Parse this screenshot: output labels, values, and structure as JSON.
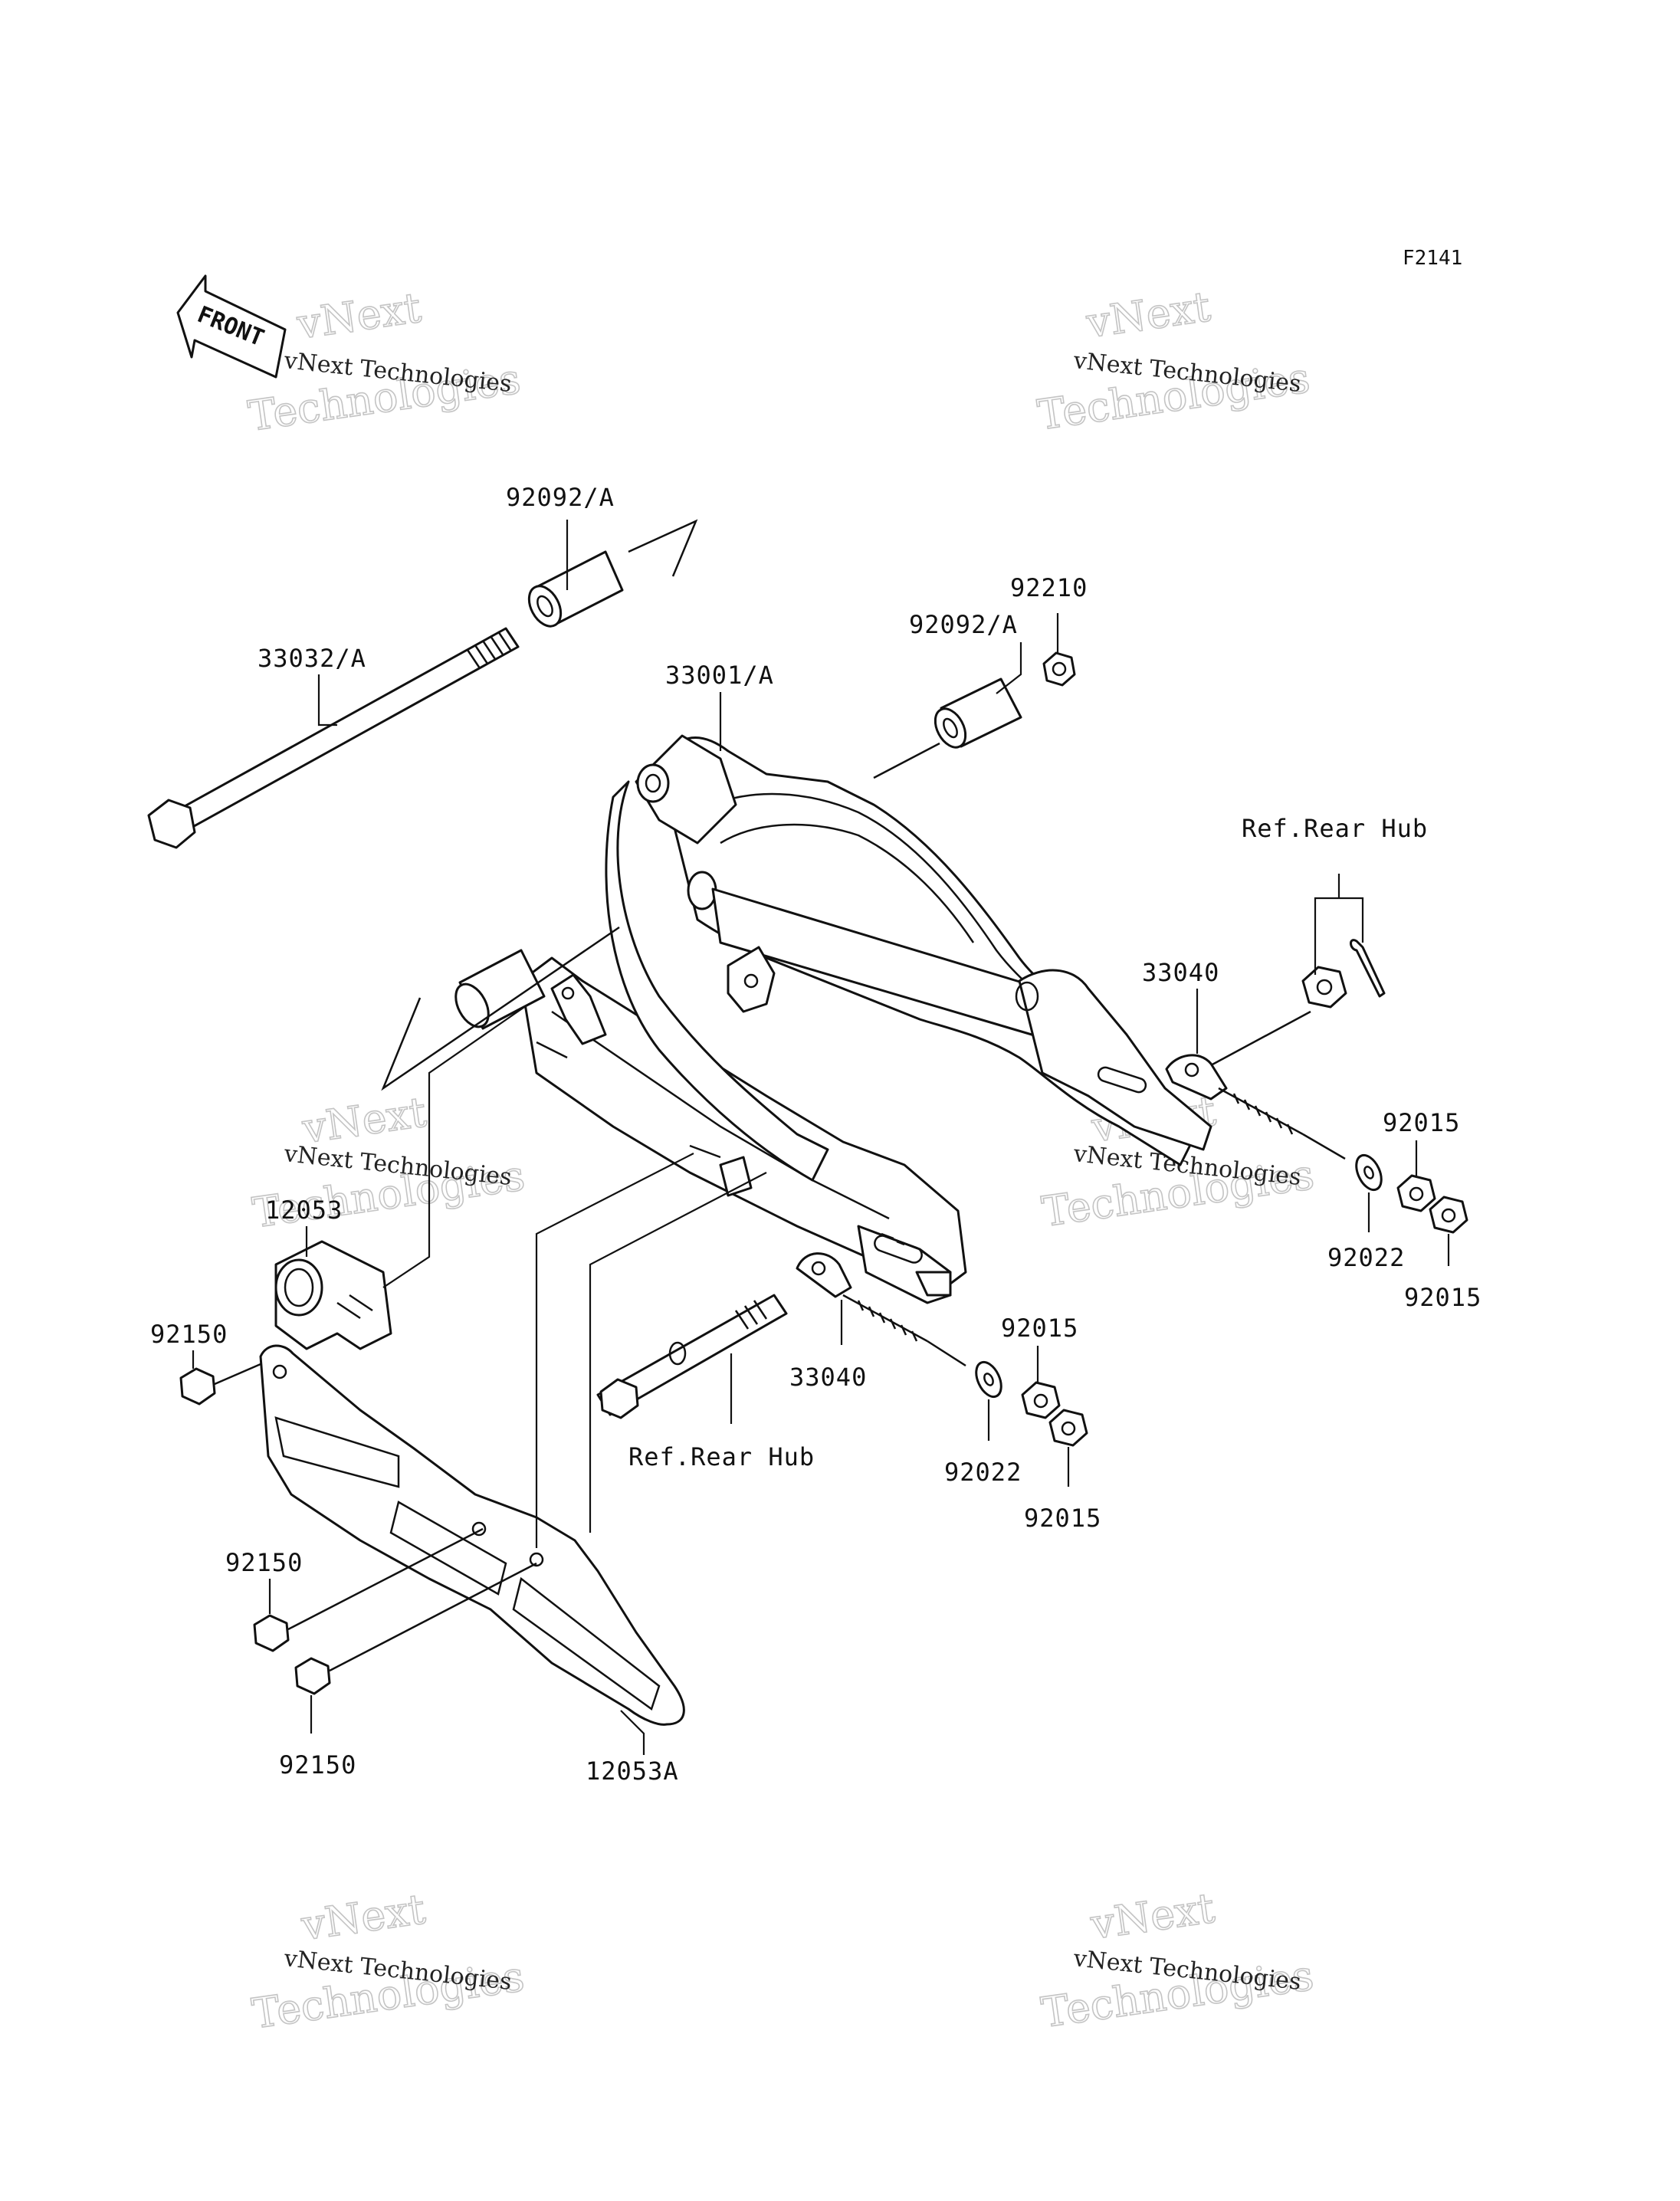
{
  "diagram_code": "F2141",
  "front_label": "FRONT",
  "watermark": {
    "line1": "vNext Technologies",
    "line2": "vNext",
    "line3": "Technologies"
  },
  "labels": {
    "pivot_collar_left": "92092/A",
    "pivot_shaft": "33032/A",
    "swingarm": "33001/A",
    "pivot_collar_right": "92092/A",
    "pivot_nut": "92210",
    "ref_rear_hub_top": "Ref.Rear Hub",
    "chain_adjuster_right": "33040",
    "nut_right_top": "92015",
    "washer_right": "92022",
    "nut_right_bottom": "92015",
    "chain_guide": "12053",
    "bolt_guide_top": "92150",
    "chain_adjuster_left": "33040",
    "nut_left_top": "92015",
    "washer_left": "92022",
    "nut_left_bottom": "92015",
    "ref_rear_hub_bottom": "Ref.Rear Hub",
    "bolt_guard_mid": "92150",
    "bolt_guard_bottom": "92150",
    "chain_guard": "12053A"
  }
}
